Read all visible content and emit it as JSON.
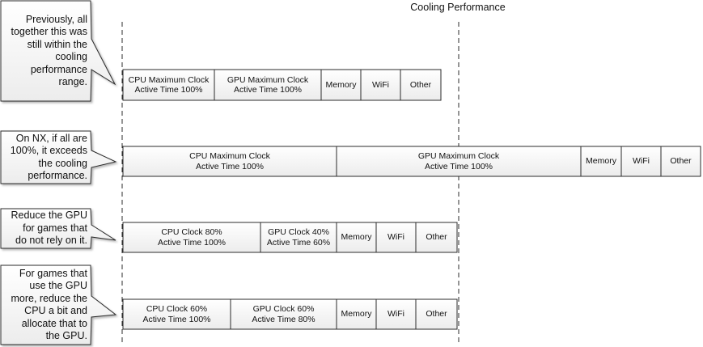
{
  "heading": "Cooling Performance",
  "colors": {
    "box_fill_top": "#ffffff",
    "box_fill_bottom": "#ececec",
    "stroke": "#2b2b2b",
    "text": "#111111"
  },
  "rows": [
    {
      "callout": "Previously, all\ntogether this was\nstill within the\ncooling\nperformance\nrange.",
      "segments": [
        "CPU Maximum Clock\nActive Time 100%",
        "GPU Maximum Clock\nActive Time 100%",
        "Memory",
        "WiFi",
        "Other"
      ]
    },
    {
      "callout": "On NX, if all are\n100%, it exceeds\nthe cooling\nperformance.",
      "segments": [
        "CPU Maximum Clock\nActive Time 100%",
        "GPU Maximum Clock\nActive Time 100%",
        "Memory",
        "WiFi",
        "Other"
      ]
    },
    {
      "callout": "Reduce the GPU\nfor games that\ndo not rely on it.",
      "segments": [
        "CPU Clock 80%\nActive Time 100%",
        "GPU Clock 40%\nActive Time 60%",
        "Memory",
        "WiFi",
        "Other"
      ]
    },
    {
      "callout": "For games that\nuse the GPU\nmore, reduce the\nCPU a bit and\nallocate that to\nthe GPU.",
      "segments": [
        "CPU Clock 60%\nActive Time 100%",
        "GPU Clock 60%\nActive Time 80%",
        "Memory",
        "WiFi",
        "Other"
      ]
    }
  ]
}
